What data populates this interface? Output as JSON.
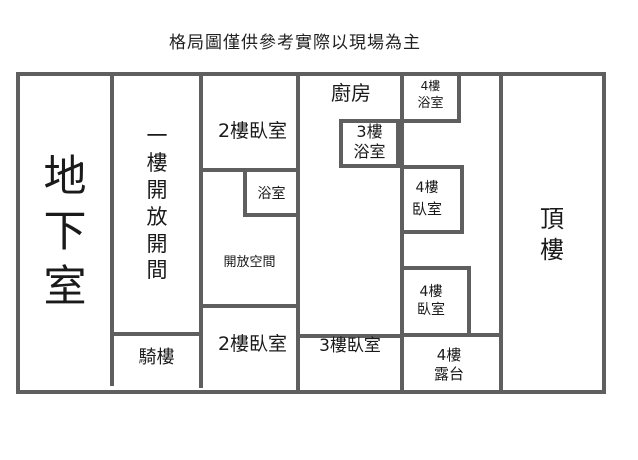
{
  "title": "格局圖僅供參考實際以現場為主",
  "floors": {
    "basement": {
      "name": "地下室"
    },
    "floor1": {
      "open_space": "一樓開放開間",
      "arcade": "騎樓"
    },
    "floor2": {
      "bedroom_top": "2樓臥室",
      "bathroom": "浴室",
      "open_space": "開放空間",
      "bedroom_bottom": "2樓臥室"
    },
    "floor3": {
      "kitchen": "廚房",
      "bathroom_line1": "3樓",
      "bathroom_line2": "浴室",
      "bedroom": "3樓臥室"
    },
    "floor4": {
      "bathroom_line1": "4樓",
      "bathroom_line2": "浴室",
      "bedroom_upper_line1": "4樓",
      "bedroom_upper_line2": "臥室",
      "bedroom_lower_line1": "4樓",
      "bedroom_lower_line2": "臥室",
      "terrace_line1": "4樓",
      "terrace_line2": "露台"
    },
    "roof": {
      "name": "頂樓"
    }
  },
  "colors": {
    "wall": "#5f5f5f",
    "background": "#ffffff",
    "text": "#1a1a1a"
  }
}
